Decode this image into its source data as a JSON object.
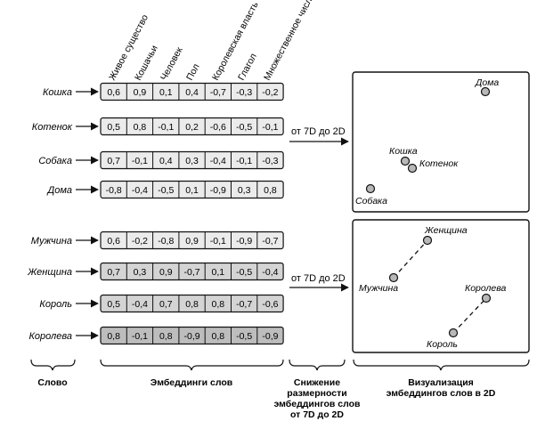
{
  "dimensions": [
    "Живое существо",
    "Кошачьи",
    "Человек",
    "Пол",
    "Королевская власть",
    "Глагол",
    "Множественное число"
  ],
  "groups": [
    {
      "rows": [
        {
          "word": "Кошка",
          "values": [
            "0,6",
            "0,9",
            "0,1",
            "0,4",
            "-0,7",
            "-0,3",
            "-0,2"
          ]
        },
        {
          "word": "Котенок",
          "values": [
            "0,5",
            "0,8",
            "-0,1",
            "0,2",
            "-0,6",
            "-0,5",
            "-0,1"
          ]
        },
        {
          "word": "Собака",
          "values": [
            "0,7",
            "-0,1",
            "0,4",
            "0,3",
            "-0,4",
            "-0,1",
            "-0,3"
          ]
        },
        {
          "word": "Дома",
          "values": [
            "-0,8",
            "-0,4",
            "-0,5",
            "0,1",
            "-0,9",
            "0,3",
            "0,8"
          ]
        }
      ],
      "arrow_label": "от  7D до 2D",
      "points": [
        {
          "label": "Дома"
        },
        {
          "label": "Кошка"
        },
        {
          "label": "Котенок"
        },
        {
          "label": "Собака"
        }
      ]
    },
    {
      "rows": [
        {
          "word": "Мужчина",
          "values": [
            "0,6",
            "-0,2",
            "-0,8",
            "0,9",
            "-0,1",
            "-0,9",
            "-0,7"
          ]
        },
        {
          "word": "Женщина",
          "values": [
            "0,7",
            "0,3",
            "0,9",
            "-0,7",
            "0,1",
            "-0,5",
            "-0,4"
          ]
        },
        {
          "word": "Король",
          "values": [
            "0,5",
            "-0,4",
            "0,7",
            "0,8",
            "0,8",
            "-0,7",
            "-0,6"
          ]
        },
        {
          "word": "Королева",
          "values": [
            "0,8",
            "-0,1",
            "0,8",
            "-0,9",
            "0,8",
            "-0,5",
            "-0,9"
          ]
        }
      ],
      "arrow_label": "от  7D до 2D",
      "points": [
        {
          "label": "Женщина"
        },
        {
          "label": "Мужчина"
        },
        {
          "label": "Королева"
        },
        {
          "label": "Король"
        }
      ]
    }
  ],
  "bottom_labels": {
    "word": "Слово",
    "embeddings": "Эмбеддинги слов",
    "reduction": [
      "Снижение",
      "размерности",
      "эмбеддингов слов",
      "от 7D до 2D"
    ],
    "visualization": [
      "Визуализация",
      "эмбеддингов слов в 2D"
    ]
  },
  "colors": {
    "row_light": "#ebebeb",
    "row_mid": "#d4d4d4",
    "row_dark": "#bdbdbd",
    "point_fill": "#b8b8b8",
    "stroke": "#111111"
  }
}
